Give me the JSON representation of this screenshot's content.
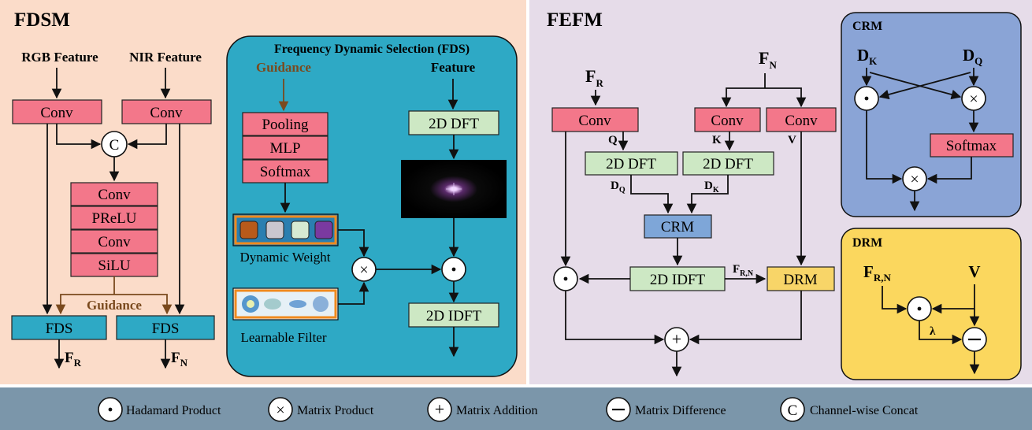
{
  "colors": {
    "fdsm_bg": "#fbdcc9",
    "fefm_bg": "#e6dce9",
    "fds_panel": "#2ea9c5",
    "crm_panel": "#8aa4d6",
    "drm_panel": "#fbd75e",
    "legend_bar": "#7b96aa",
    "conv_box": "#f3778a",
    "dft_box": "#cde8c4",
    "fds_box": "#2ea9c5",
    "crm_box": "#7ea6d8",
    "drm_box": "#f8d568",
    "guidance_brown": "#7a4a1e",
    "weight_swatches": [
      "#b85a1a",
      "#c9c7cf",
      "#d6ead2",
      "#7a3aa0"
    ]
  },
  "fdsm": {
    "title": "FDSM",
    "rgb_feature": "RGB Feature",
    "nir_feature": "NIR Feature",
    "conv_left": "Conv",
    "conv_right": "Conv",
    "concat": "C",
    "stack": [
      "Conv",
      "PReLU",
      "Conv",
      "SiLU"
    ],
    "guidance": "Guidance",
    "fds_left": "FDS",
    "fds_right": "FDS",
    "out_left": {
      "main": "F",
      "sub": "R"
    },
    "out_right": {
      "main": "F",
      "sub": "N"
    }
  },
  "fds_panel": {
    "title": "Frequency Dynamic Selection (FDS)",
    "guidance": "Guidance",
    "feature": "Feature",
    "stack": [
      "Pooling",
      "MLP",
      "Softmax"
    ],
    "dft": "2D DFT",
    "idft": "2D IDFT",
    "dynamic_weight": "Dynamic Weight",
    "learnable_filter": "Learnable Filter"
  },
  "fefm": {
    "title": "FEFM",
    "in_r": {
      "main": "F",
      "sub": "R"
    },
    "in_n": {
      "main": "F",
      "sub": "N"
    },
    "conv_q": "Conv",
    "conv_k": "Conv",
    "conv_v": "Conv",
    "q": "Q",
    "k": "K",
    "v": "V",
    "dft_q": "2D DFT",
    "dft_k": "2D DFT",
    "dq": {
      "main": "D",
      "sub": "Q"
    },
    "dk": {
      "main": "D",
      "sub": "K"
    },
    "crm": "CRM",
    "idft": "2D IDFT",
    "frn": {
      "main": "F",
      "sub": "R,N"
    },
    "drm": "DRM"
  },
  "crm_panel": {
    "title": "CRM",
    "dk": {
      "main": "D",
      "sub": "K"
    },
    "dq": {
      "main": "D",
      "sub": "Q"
    },
    "softmax": "Softmax"
  },
  "drm_panel": {
    "title": "DRM",
    "frn": {
      "main": "F",
      "sub": "R,N"
    },
    "v": "V",
    "lambda": "λ"
  },
  "legend": [
    {
      "symbol": "·",
      "label": "Hadamard Product"
    },
    {
      "symbol": "×",
      "label": "Matrix Product"
    },
    {
      "symbol": "+",
      "label": "Matrix Addition"
    },
    {
      "symbol": "−",
      "label": "Matrix Difference"
    },
    {
      "symbol": "C",
      "label": "Channel-wise Concat"
    }
  ]
}
